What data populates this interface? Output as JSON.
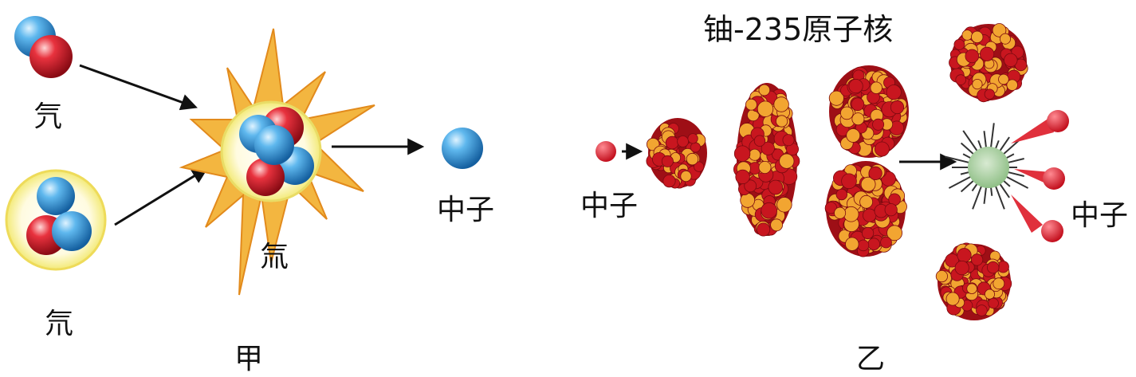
{
  "panel_jia": {
    "deuterium_label": "氕",
    "tritium_label": "氘",
    "helium_label": "氚",
    "neutron_label": "中子",
    "caption": "甲"
  },
  "panel_yi": {
    "title": "铀-235原子核",
    "incoming_neutron_label": "中子",
    "released_neutrons_label": "中子",
    "caption": "乙"
  },
  "colors": {
    "proton": "#d7192b",
    "neutron": "#2a92d6",
    "nucleus_red": "#c8161f",
    "nucleus_orange": "#f2a531",
    "burst": "#f0a030",
    "glow": "#f6ef8a",
    "core_green": "#a9cfa2"
  }
}
